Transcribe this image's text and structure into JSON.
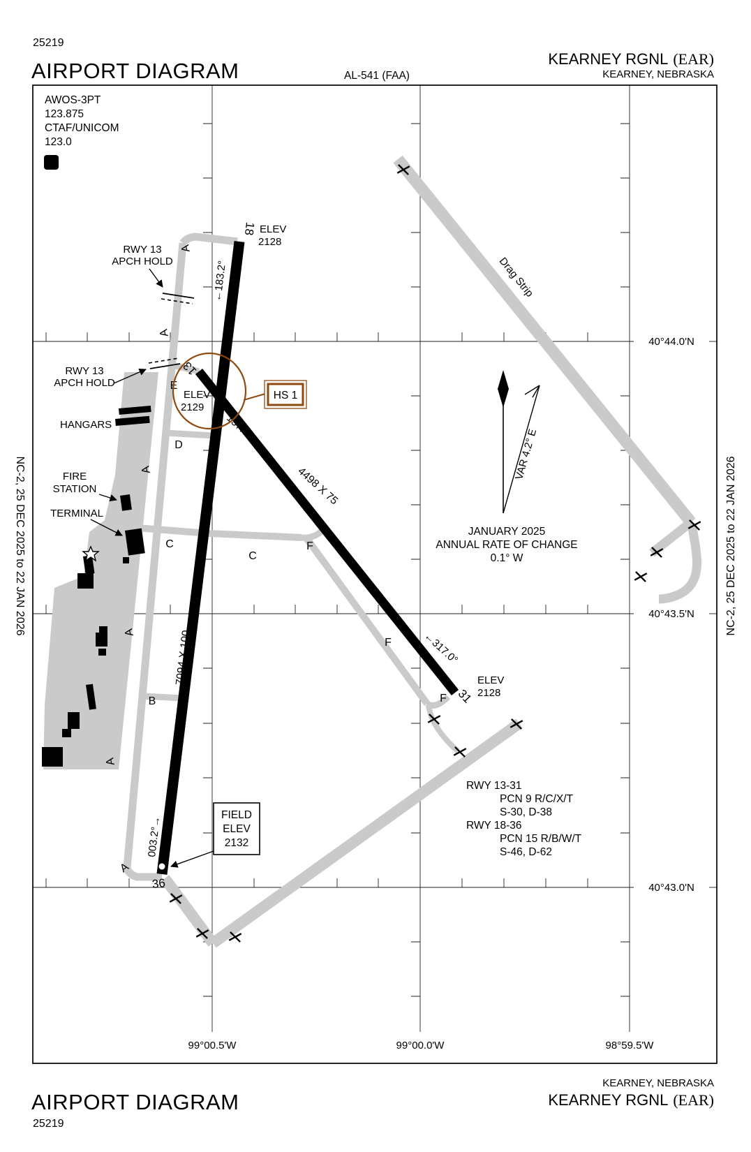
{
  "colors": {
    "pavement_gray": "#cacaca",
    "hotspot_brown": "#8f4a10",
    "ink_black": "#000000"
  },
  "header": {
    "print_code": "25219",
    "title": "AIRPORT DIAGRAM",
    "chart_id": "AL-541 (FAA)",
    "airport_name": "KEARNEY RGNL",
    "airport_icao": "(EAR)",
    "city": "KEARNEY, NEBRASKA"
  },
  "footer": {
    "title": "AIRPORT DIAGRAM",
    "print_code": "25219",
    "airport_name": "KEARNEY RGNL",
    "airport_icao": "(EAR)",
    "city": "KEARNEY, NEBRASKA"
  },
  "margin": {
    "cycle": "NC-2,  25 DEC 2025  to  22 JAN 2026"
  },
  "comms": {
    "awos": "AWOS-3PT",
    "awos_freq": "123.875",
    "ctaf": "CTAF/UNICOM",
    "ctaf_freq": "123.0",
    "d_symbol": "D"
  },
  "compass": {
    "variation": "VAR 4.2° E",
    "date": "JANUARY 2025",
    "rate_label": "ANNUAL RATE OF CHANGE",
    "rate_value": "0.1° W"
  },
  "grid": {
    "lat": [
      "40°44.0'N",
      "40°43.5'N",
      "40°43.0'N"
    ],
    "lon": [
      "99°00.5'W",
      "99°00.0'W",
      "98°59.5'W"
    ]
  },
  "runway_18_36": {
    "num_18": "18",
    "num_36": "36",
    "size": "7094 X 100",
    "hdg_18": "←183.2°",
    "hdg_36": "003.2°→",
    "elev_18_l1": "ELEV",
    "elev_18_l2": "2128"
  },
  "runway_13_31": {
    "num_13": "13",
    "num_31": "31",
    "size": "4498 X 75",
    "hdg_13": "137.0°→",
    "hdg_31": "←317.0°",
    "elev_13_l1": "ELEV",
    "elev_13_l2": "2129",
    "elev_31_l1": "ELEV",
    "elev_31_l2": "2128"
  },
  "field_elev": {
    "l1": "FIELD",
    "l2": "ELEV",
    "l3": "2132"
  },
  "hotspot": {
    "label": "HS 1"
  },
  "apch_hold": {
    "l1": "RWY 13",
    "l2": "APCH HOLD"
  },
  "features": {
    "hangars": "HANGARS",
    "fire_l1": "FIRE",
    "fire_l2": "STATION",
    "terminal": "TERMINAL",
    "drag_strip": "Drag Strip"
  },
  "taxiways": {
    "A": "A",
    "B": "B",
    "C": "C",
    "D": "D",
    "E": "E",
    "F": "F"
  },
  "rwy_data": {
    "r1": "RWY 13-31",
    "r2": "PCN 9 R/C/X/T",
    "r3": "S-30, D-38",
    "r4": "RWY 18-36",
    "r5": "PCN 15 R/B/W/T",
    "r6": "S-46, D-62"
  }
}
